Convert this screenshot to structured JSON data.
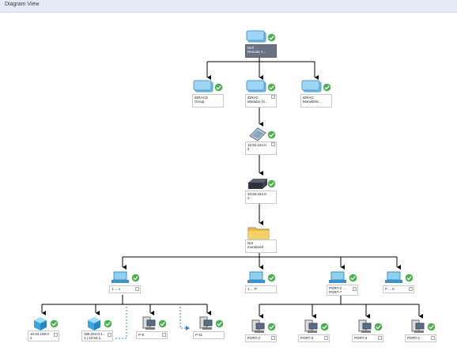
{
  "window": {
    "title": "Diagram View"
  },
  "nodes": {
    "root": {
      "line1": "Dell",
      "line2": "Remote A..."
    },
    "idracs_group": {
      "line1": "iDRACS",
      "line2": "Group"
    },
    "idrac_modular": {
      "line1": "iDRAC",
      "line2": "Modular (S..."
    },
    "idrac_monolithic": {
      "line1": "iDRAC",
      "line2": "Monolithic..."
    },
    "server1": {
      "line1": "10.94.164.0",
      "line2": "2"
    },
    "server2": {
      "line1": "10.94.164.0",
      "line2": "2"
    },
    "not_monitored": {
      "line1": "Not",
      "line2": "monitored"
    },
    "nic_a": {
      "line1": "1 ... 1"
    },
    "nic_b": {
      "line1": "1 ... P"
    },
    "nic_c": {
      "line1": "PORT-2 ...",
      "line2": "PORT-7"
    },
    "nic_d": {
      "line1": "P ... 5"
    },
    "host_a": {
      "line1": "10.94.168.0",
      "line2": "2"
    },
    "host_b": {
      "line1": "169.254.0.1...",
      "line2": "1 | 10.94.1..."
    },
    "pc_a": {
      "line1": "P-9"
    },
    "pc_b": {
      "line1": "P-11"
    },
    "port2": {
      "line1": "PORT-2"
    },
    "port3": {
      "line1": "PORT-3"
    },
    "port4": {
      "line1": "PORT-4"
    },
    "port1": {
      "line1": "PORT-1"
    }
  },
  "colors": {
    "ok_status": "#4caf50",
    "connector": "#000000",
    "dashed_connector": "#2f7fd6"
  }
}
